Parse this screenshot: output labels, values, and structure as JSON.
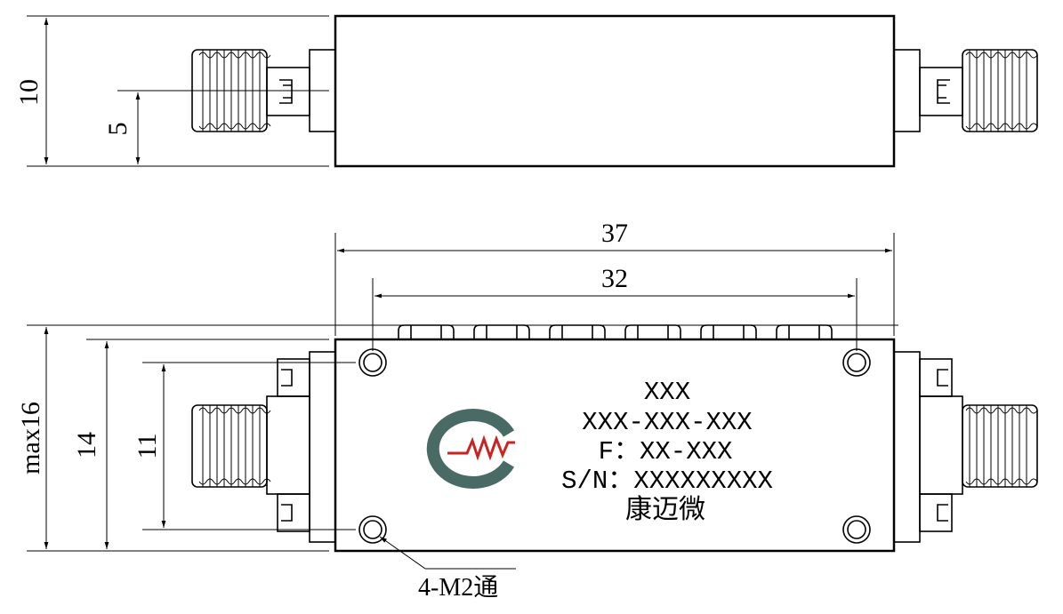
{
  "dimensions": {
    "height_top": "10",
    "center_top": "5",
    "length_overall": "37",
    "hole_spacing_x": "32",
    "height_max": "max16",
    "height_body": "14",
    "hole_spacing_y": "11"
  },
  "hole_callout": "4-M2通",
  "label": {
    "line1": "XXX",
    "line2": "XXX-XXX-XXX",
    "line3": "F：XX-XXX",
    "line4": "S/N：XXXXXXXXX",
    "line5": "康迈微"
  },
  "colors": {
    "logo_ring": "#4a6a66",
    "logo_wave": "#cc2222",
    "line": "#000000"
  }
}
